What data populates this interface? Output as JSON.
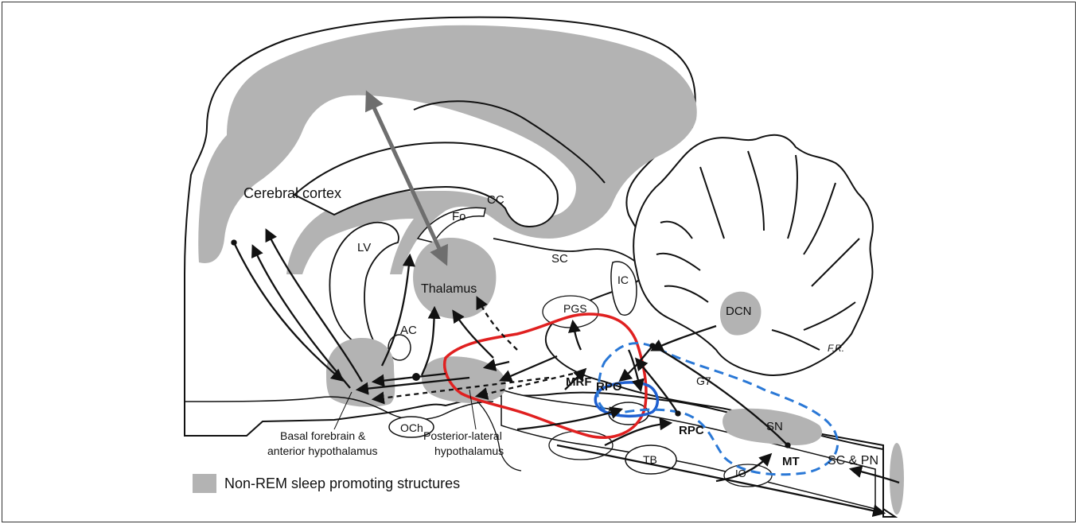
{
  "labels": {
    "cortex": "Cerebral cortex",
    "cc": "CC",
    "fo": "Fo",
    "lv": "LV",
    "thalamus": "Thalamus",
    "sc": "SC",
    "ic": "IC",
    "pgs": "PGS",
    "dcn": "DCN",
    "ac": "AC",
    "mrf": "MRF",
    "rpo": "RPO",
    "g7": "G7",
    "sn": "SN",
    "rpc": "RPC",
    "mt": "MT",
    "och": "OCh",
    "tb": "TB",
    "io": "IO",
    "scpn": "SC & PN",
    "basal_line1": "Basal forebrain &",
    "basal_line2": "anterior hypothalamus",
    "postlat_line1": "Posterior-lateral",
    "postlat_line2": "hypothalamus",
    "signature": "F.R."
  },
  "legend": {
    "label": "Non-REM sleep promoting structures",
    "swatch_color": "#b3b3b3"
  },
  "colors": {
    "gray_region": "#b3b3b3",
    "red_outline": "#e02020",
    "blue_outline": "#1f5fd0",
    "blue_dashed": "#2a78d6",
    "arrow": "#111111",
    "gray_arrow": "#6e6e6e"
  }
}
